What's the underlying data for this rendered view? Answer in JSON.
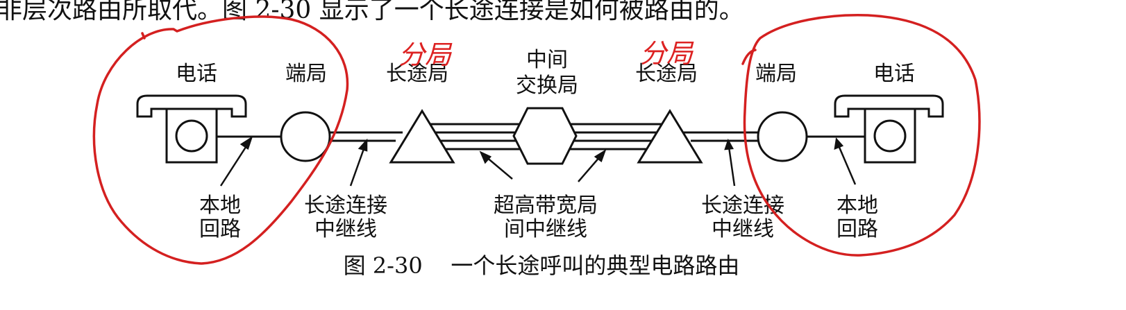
{
  "header_text": "非层次路由所取代。图 2-30 显示了一个长途连接是如何被路由的。",
  "nodes": {
    "phone_left": "电话",
    "end_office_left": "端局",
    "toll_left": "长途局",
    "intermediate_line1": "中间",
    "intermediate_line2": "交换局",
    "toll_right": "长途局",
    "end_office_right": "端局",
    "phone_right": "电话"
  },
  "callouts": {
    "local_loop_left_1": "本地",
    "local_loop_left_2": "回路",
    "toll_trunk_left_1": "长途连接",
    "toll_trunk_left_2": "中继线",
    "high_bw_1": "超高带宽局",
    "high_bw_2": "间中继线",
    "toll_trunk_right_1": "长途连接",
    "toll_trunk_right_2": "中继线",
    "local_loop_right_1": "本地",
    "local_loop_right_2": "回路"
  },
  "handwriting": {
    "left": "分局",
    "right": "分局"
  },
  "caption": "图 2-30    一个长途呼叫的典型电路路由",
  "colors": {
    "ink": "#111111",
    "annotation": "#d42020"
  }
}
